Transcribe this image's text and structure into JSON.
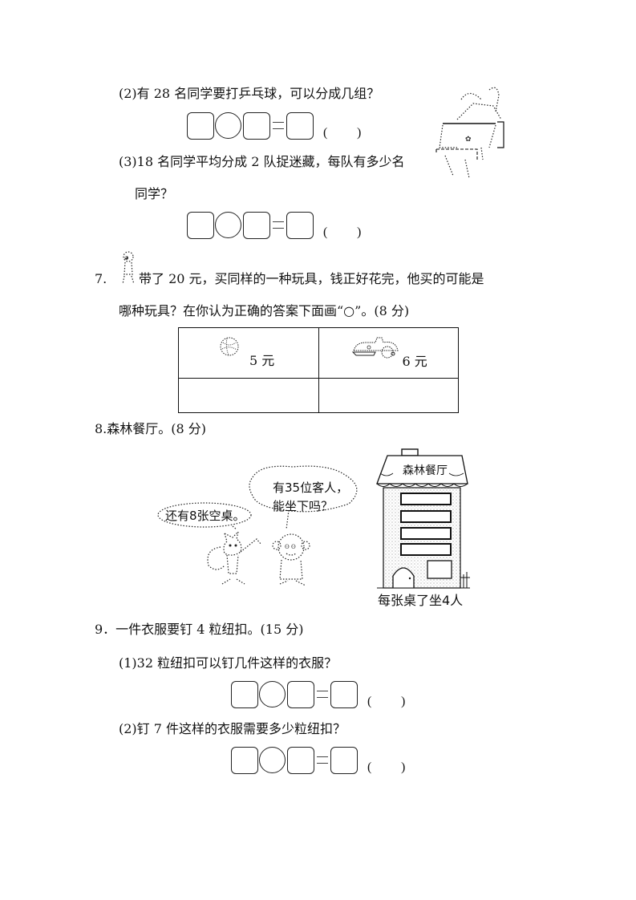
{
  "q6": {
    "part2": {
      "text": "(2)有 28 名同学要打乒乓球，可以分成几组？",
      "answer_paren_open": "(",
      "answer_paren_close": ")"
    },
    "part3": {
      "line1": "(3)18 名同学平均分成 2 队捉迷藏，每队有多少名",
      "line2": "同学？",
      "answer_paren_open": "(",
      "answer_paren_close": ")"
    },
    "illustration": "ping-pong-table-icon"
  },
  "q7": {
    "number": "7.",
    "line1": "带了 20 元，买同样的一种玩具，钱正好花完，他买的可能是",
    "line2": "哪种玩具？在你认为正确的答案下面画“○”。(8 分)",
    "illustration": "child-icon",
    "table": {
      "toys": [
        {
          "icon": "ball-icon",
          "price": "5 元"
        },
        {
          "icon": "toy-car-icon",
          "price": "6 元"
        }
      ],
      "answers": [
        "",
        ""
      ]
    }
  },
  "q8": {
    "title": "8.森林餐厅。(8 分)",
    "bubble_squirrel": "还有8张空桌。",
    "bubble_monkey_line1": "有35位客人，",
    "bubble_monkey_line2": "能坐下吗？",
    "restaurant_sign": "森林餐厅",
    "restaurant_caption": "每张桌了坐4人"
  },
  "q9": {
    "title": "9．一件衣服要钉 4 粒纽扣。(15 分)",
    "part1": {
      "text": "(1)32 粒纽扣可以钉几件这样的衣服？",
      "answer_paren_open": "(",
      "answer_paren_close": ")"
    },
    "part2": {
      "text": "(2)钉 7 件这样的衣服需要多少粒纽扣？",
      "answer_paren_open": "(",
      "answer_paren_close": ")"
    }
  }
}
